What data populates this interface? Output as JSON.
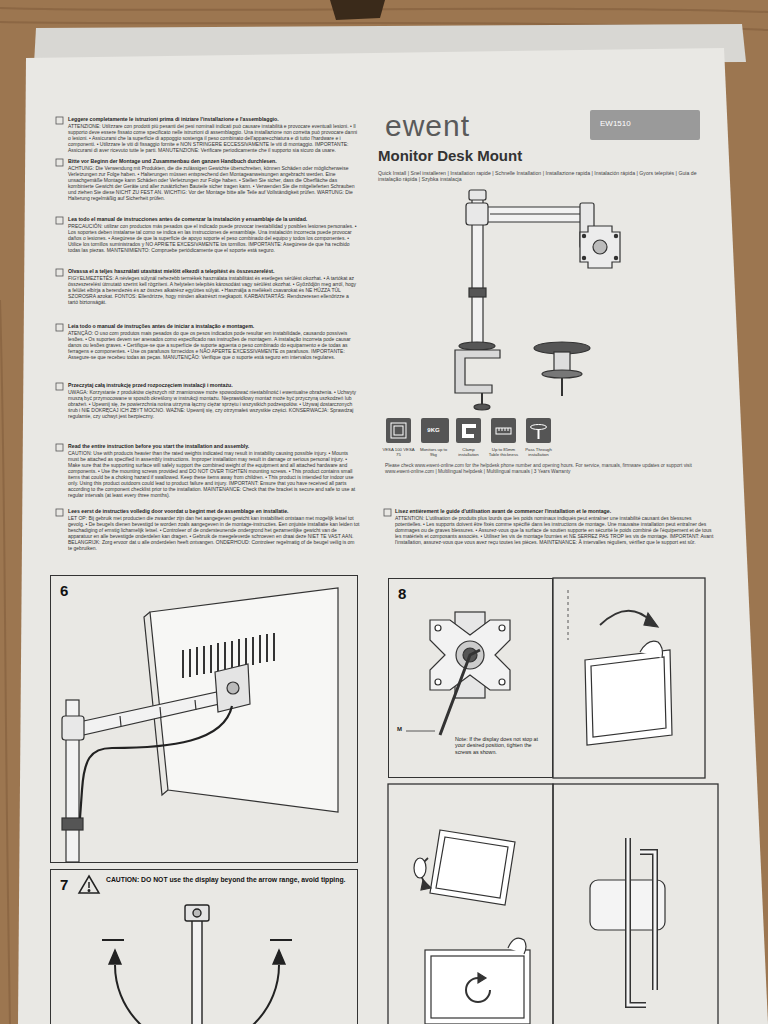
{
  "diagram": {
    "title": "Monitor Desk Mount",
    "nodes": [
      {
        "text": [
          "EW1510"
        ]
      },
      {
        "text": [
          "9KG"
        ]
      },
      {
        "text": [
          "6"
        ]
      },
      {
        "text": [
          "7",
          "CAUTION: DO NOT use the display beyond the arrow range, avoid tipping."
        ]
      },
      {
        "text": [
          "8",
          "Note: If the display does not stop at your desired position, tighten the screws as shown."
        ]
      }
    ],
    "labels": [
      "ewent",
      "Quick Install | Snel installeren | Installation rapide | Schnelle Installation | Installazione rapida | Instalación rápida | Gyors telepítés | Guia de instalação rápida | Szybka instalacja",
      "Leggere completamente le istruzioni prima di iniziare l'installazione e l'assemblaggio.",
      "ATTENZIONE: Utilizzare con prodotti più pesanti dei pesi nominali indicati può causare instabilità e provocare eventuali lesioni. • Il supporto deve essere fissato come specificato nelle istruzioni di assemblaggio. Una installazione non corretta può provocare danni o lesioni. • Assicurarsi che la superficie di appoggio sostenga il peso combinato dell'apparecchiatura e di tutto l'hardware e i componenti. • Utilizzare le viti di fissaggio fornite e NON STRINGERE ECCESSIVAMENTE le viti di montaggio. IMPORTANTE: Assicurarsi di aver ricevuto tutte le parti. MANUTENZIONE: Verificare periodicamente che il supporto sia sicuro da usare.",
      "Bitte vor Beginn der Montage und Zusammenbau den ganzen Handbuch durchlesen.",
      "ACHTUNG: Die Verwendung mit Produkten, die die zulässigen Gewichte überschreiten, können Schäden oder möglicherweise Verletzungen zur Folge haben. • Halterungen müssen entsprechend den Montageanweisungen angebracht werden. Eine unsachgemäße Montage kann Schäden oder Verletzungen zur Folge haben. • Stellen Sie sicher, dass die Oberfläche das kombinierte Gewicht der Geräte und aller zusätzlichen Bauteile sicher tragen kann. • Verwenden Sie die mitgelieferten Schrauben und ziehen Sie diese NICHT ZU FEST AN. WICHTIG: Vor der Montage bitte alle Teile auf Vollständigkeit prüfen. WARTUNG: Die Halterung regelmäßig auf Sicherheit prüfen.",
      "Lea todo el manual de instrucciones antes de comenzar la instalación y ensamblaje de la unidad.",
      "PRECAUCIÓN: utilizar con productos más pesados que el indicado puede provocar inestabilidad y posibles lesiones personales. • Los soportes deben instalarse tal como se indica en las instrucciones de ensamblaje. Una instalación incorrecta puede provocar daños o lesiones. • Asegúrese de que la superficie de apoyo soporte el peso combinado del equipo y todos los componentes. • Utilice los tornillos suministrados y NO APRIETE EXCESIVAMENTE los tornillos. IMPORTANTE: Asegúrese de que ha recibido todas las piezas. MANTENIMIENTO: Compruebe periódicamente que el soporte está seguro.",
      "Olvassa el a teljes használati utasítást mielőtt elkezdi a telepítést és összeszerelést.",
      "FIGYELMEZTETÉS: A névleges súlynál nehezebb termékek használata instabilitást és esetleges sérülést okozhat. • A tartókat az összeszerelési útmutató szerint kell rögzíteni. A helytelen telepítés károsodást vagy sérülést okozhat. • Győződjön meg arról, hogy a felület elbírja a berendezés és az összes alkatrész együttes súlyát. • Használja a mellékelt csavarokat és NE HÚZZA TÚL SZOROSRA azokat. FONTOS: Ellenőrizze, hogy minden alkatrészt megkapott. KARBANTARTÁS: Rendszeresen ellenőrizze a tartó biztonságát.",
      "Leia todo o manual de instruções antes de iniciar a instalação e montagem.",
      "ATENÇÃO: O uso com produtos mais pesados do que os pesos indicados pode resultar em instabilidade, causando possíveis lesões. • Os suportes devem ser anexados como especificado nas instruções de montagem. A instalação incorreta pode causar danos ou lesões graves. • Certifique-se que a superfície de suporte aguenta o peso combinado do equipamento e de todas as ferragens e componentes. • Use os parafusos fornecidos e NÃO APERTE EXCESSIVAMENTE os parafusos. IMPORTANTE: Assegure-se que recebeu todas as peças. MANUTENÇÃO: Verifique que o suporte está seguro em intervalos regulares.",
      "Przeczytaj całą instrukcję przed rozpoczęciem instalacji i montażu.",
      "UWAGA: Korzystanie z produktów cięższych niż znamionowe może spowodować niestabilność i ewentualne obrażenia. • Uchwyty muszą być przymocowane w sposób określony w instrukcji montażu. Nieprawidłowy montaż może być przyczyną uszkodzeń lub obrażeń. • Upewnij się, że powierzchnia nośna utrzyma łączny ciężar sprzętu i wszystkich podzespołów. • Używaj dostarczonych śrub i NIE DOKRĘCAJ ICH ZBYT MOCNO. WAŻNE: Upewnij się, czy otrzymałeś wszystkie części. KONSERWACJA: Sprawdzaj regularnie, czy uchwyt jest bezpieczny.",
      "Read the entire instruction before you start the installation and assembly.",
      "CAUTION: Use with products heavier than the rated weights indicated may result in instability causing possible injury. • Mounts must be attached as specified in assembly instructions. Improper installation may result in damage or serious personal injury. • Make sure that the supporting surface will safely support the combined weight of the equipment and all attached hardware and components. • Use the mounting screws provided and DO NOT OVER TIGHTEN mounting screws. • This product contains small items that could be a choking hazard if swallowed. Keep these items away from children. • This product is intended for indoor use only. Using this product outdoors could lead to product failure and injury. IMPORTANT: Ensure that you have received all parts according to the component checklist prior to the installation. MAINTENANCE: Check that the bracket is secure and safe to use at regular intervals (at least every three months).",
      "Lees eerst de instructies volledig door voordat u begint met de assemblage en installatie.",
      "LET OP: Bij gebruik met producten die zwaarder zijn dan het aangegeven gewicht kan instabiliteit ontstaan met mogelijk letsel tot gevolg. • De beugels dienen bevestigd te worden zoals aangegeven in de montage-instructies. Een onjuiste installatie kan leiden tot beschadiging of ernstig lichamelijk letsel. • Controleer of de ondersteunende ondergrond het gezamenlijke gewicht van de apparatuur en alle bevestigde onderdelen kan dragen. • Gebruik de meegeleverde schroeven en draai deze NIET TE VAST AAN. BELANGRIJK: Zorg ervoor dat u alle onderdelen heeft ontvangen. ONDERHOUD: Controleer regelmatig of de beugel veilig is om te gebruiken.",
      "Lisez entièrement le guide d'utilisation avant de commencer l'installation et le montage.",
      "ATTENTION: L'utilisation de produits plus lourds que les poids nominaux indiqués peut entraîner une instabilité causant des blessures potentielles. • Les supports doivent être fixés comme spécifié dans les instructions de montage. Une mauvaise installation peut entraîner des dommages ou de graves blessures. • Assurez-vous que la surface de soutien supporte en sécurité le poids combiné de l'équipement et de tous les matériels et composants associés. • Utilisez les vis de montage fournies et NE SERREZ PAS TROP les vis de montage. IMPORTANT: Avant l'installation, assurez-vous que vous avez reçu toutes les pièces. MAINTENANCE: À intervalles réguliers, vérifiez que le support est sûr.",
      "VESA 100 VESA 75",
      "Monitors up to 9kg",
      "Clamp installation",
      "Up to 85mm Table thickness",
      "Pass Through installation",
      "Please check www.ewent-online.com for the helpdesk phone number and opening hours. For service, manuals, firmware updates or support visit www.ewent-online.com | Multilingual helpdesk | Multilingual manuals | 3 Years Warranty",
      "M"
    ]
  }
}
